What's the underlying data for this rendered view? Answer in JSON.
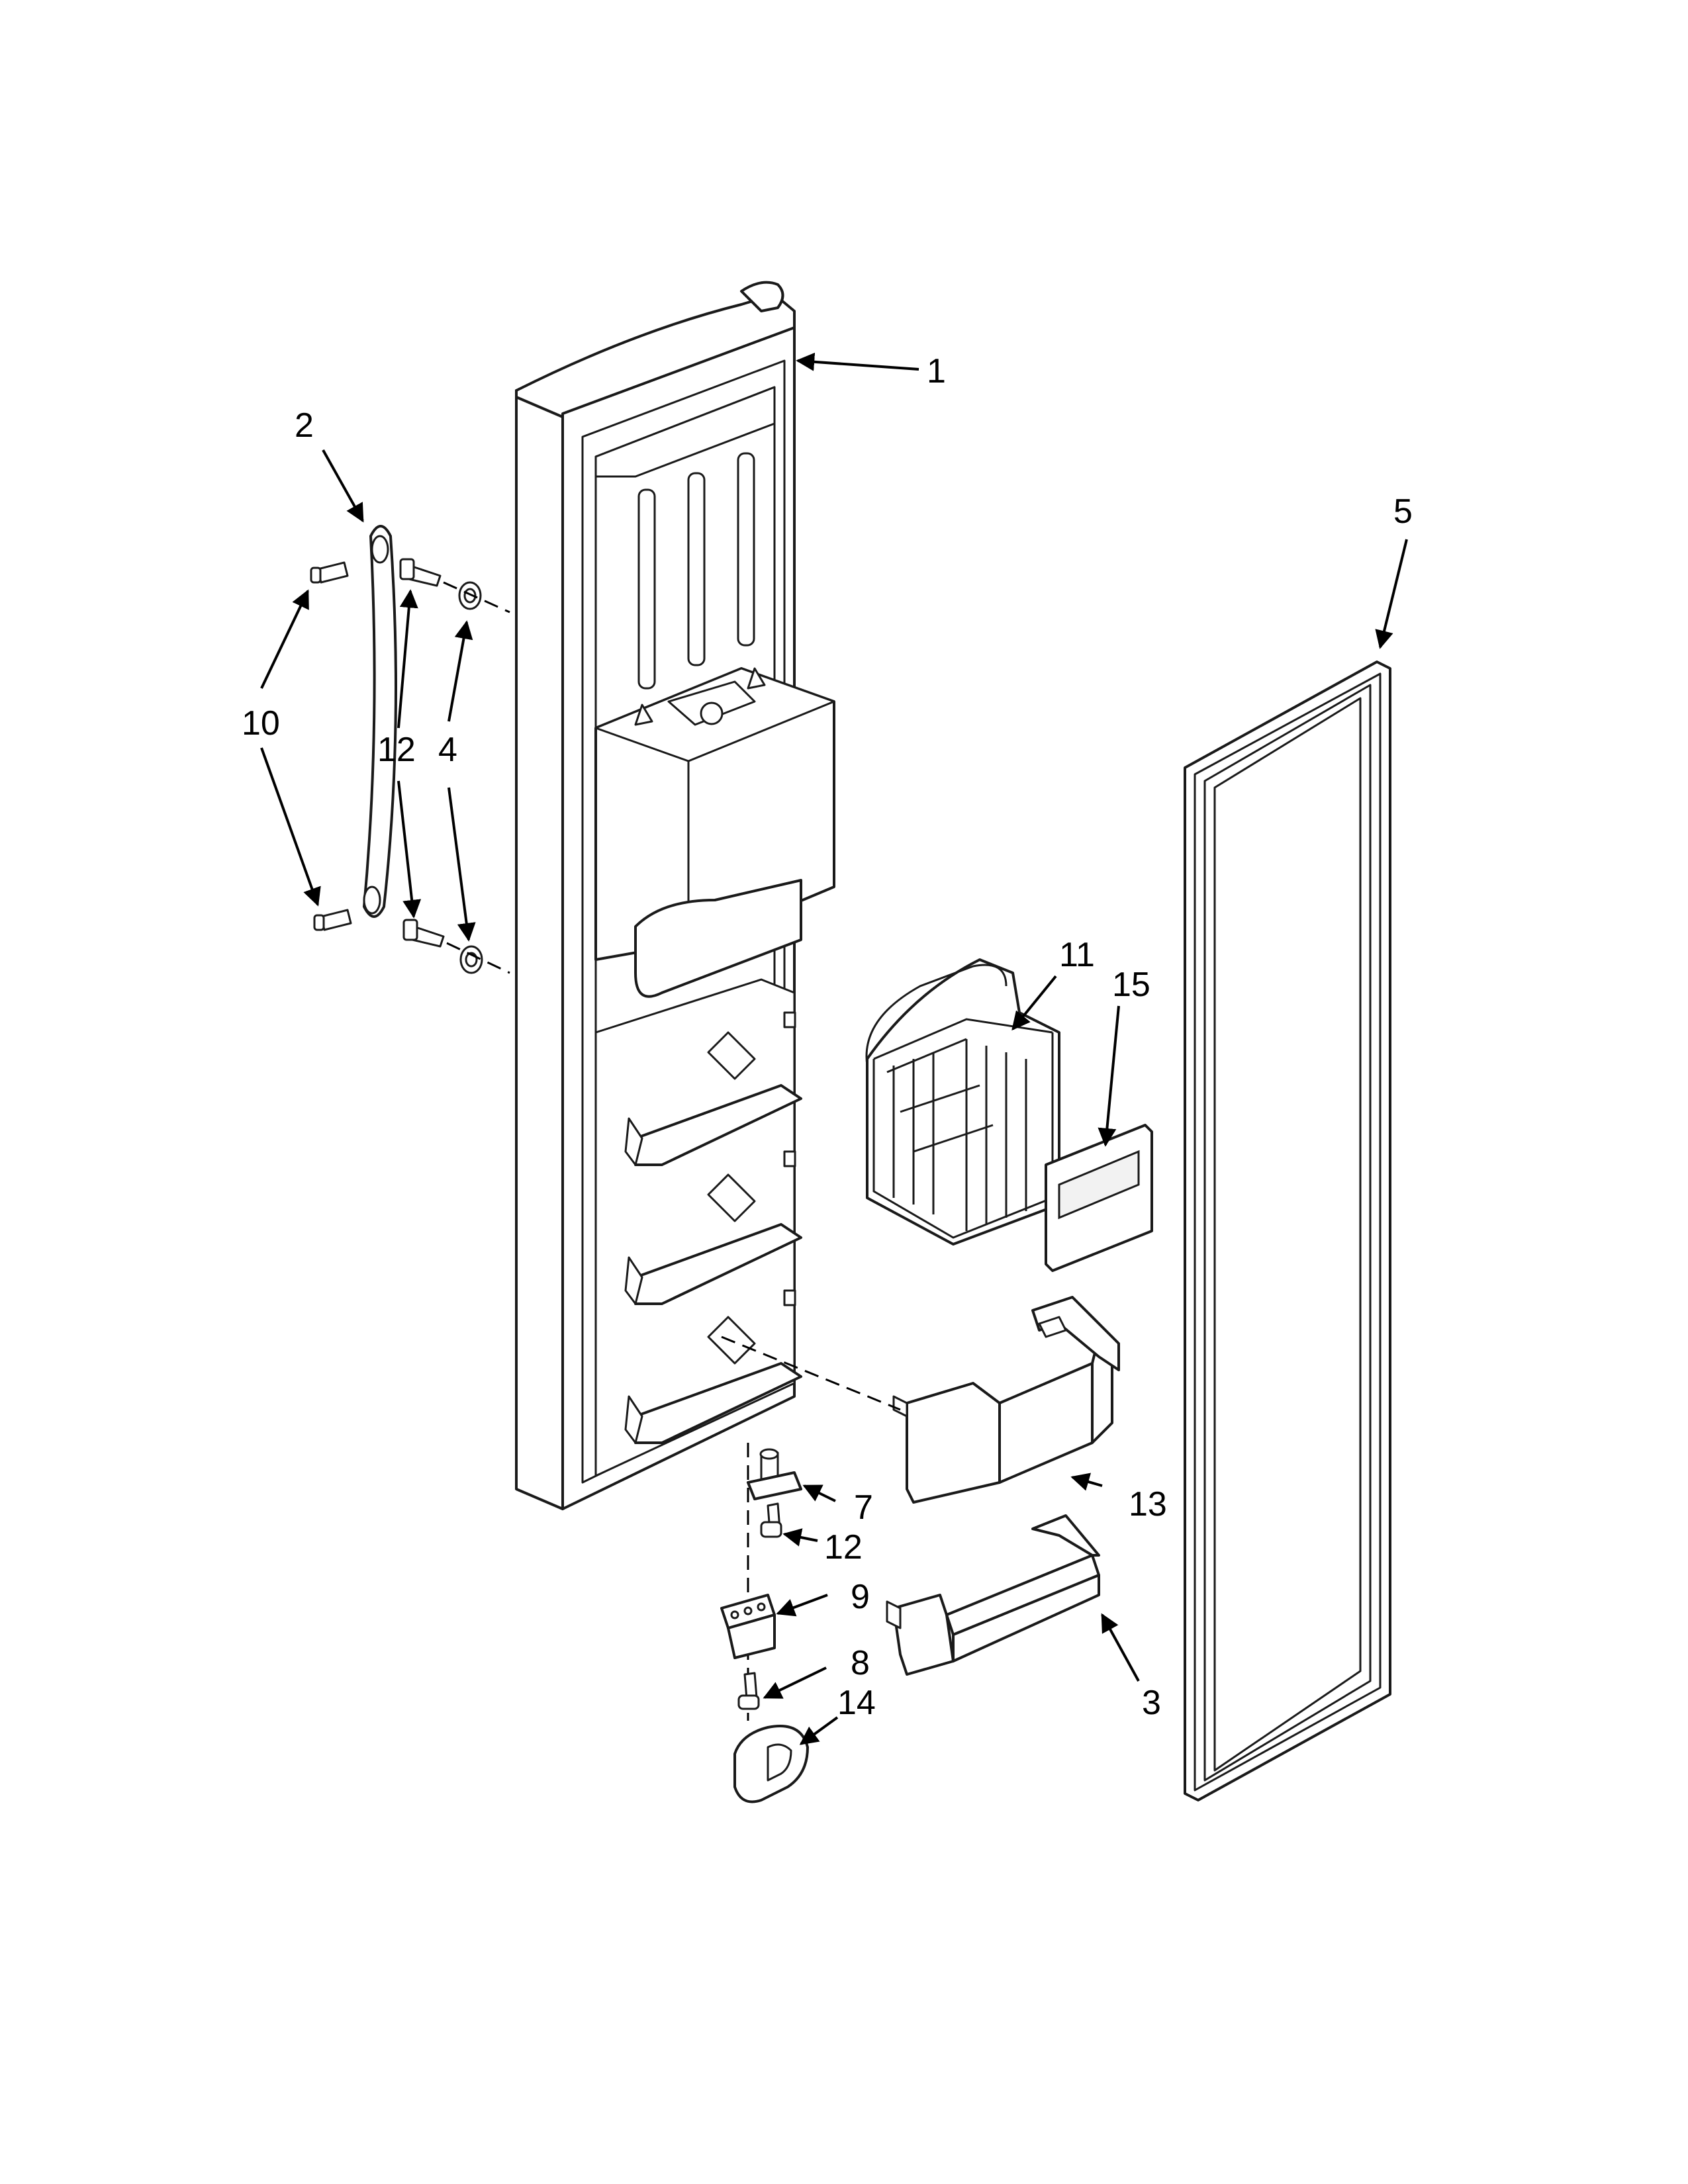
{
  "callouts": {
    "c1": "1",
    "c2": "2",
    "c3": "3",
    "c4": "4",
    "c5": "5",
    "c7": "7",
    "c8": "8",
    "c9": "9",
    "c10": "10",
    "c11": "11",
    "c12a": "12",
    "c12b": "12",
    "c13": "13",
    "c14": "14",
    "c15": "15"
  }
}
